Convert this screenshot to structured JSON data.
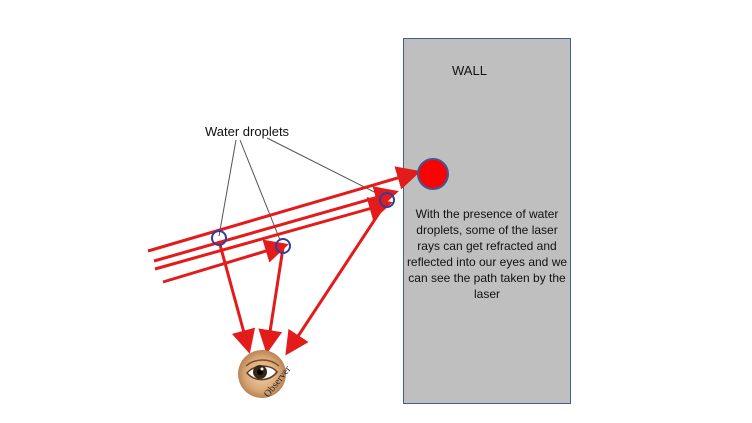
{
  "diagram": {
    "wall_label": "WALL",
    "droplets_label": "Water droplets",
    "explanation": "With the presence of water droplets, some of the laser rays can get refracted and reflected into our eyes and we can see the path taken by the laser",
    "observer_label": "Observer"
  },
  "colors": {
    "wall_fill": "#bfbfbf",
    "wall_border": "#3f5f92",
    "laser": "#e31b1b",
    "droplet_ring": "#2f3f9a",
    "pointer_line": "#555555",
    "eye_iris": "#3a2412",
    "eye_skin": "#e7c49b"
  },
  "icons": {
    "observer": "eye-icon",
    "laser_spot": "laser-spot-icon"
  }
}
